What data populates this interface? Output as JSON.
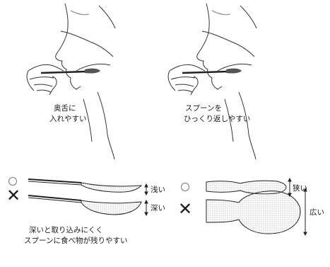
{
  "top_panels": [
    {
      "caption_line1": "奥舌に",
      "caption_line2": "入れやすい"
    },
    {
      "caption_line1": "スプーンを",
      "caption_line2": "ひっくり返しやすい"
    }
  ],
  "bottom_left": {
    "good_mark": "○",
    "bad_mark": "✕",
    "shallow_label": "浅い",
    "deep_label": "深い",
    "caption_line1": "深いと取り込みにくく",
    "caption_line2": "スプーンに食べ物が残りやすい"
  },
  "bottom_right": {
    "good_mark": "○",
    "bad_mark": "✕",
    "narrow_label": "狭い",
    "wide_label": "広い"
  }
}
